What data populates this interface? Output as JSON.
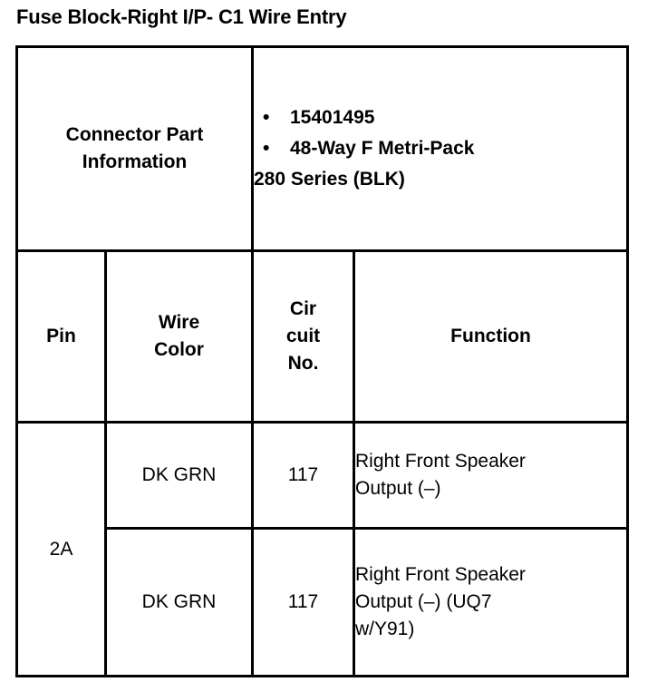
{
  "page_title": "Fuse Block-Right I/P- C1 Wire Entry",
  "connector": {
    "label_line1": "Connector Part",
    "label_line2": "Information",
    "bullet_glyph": "•",
    "bullets": [
      "15401495",
      "48-Way F Metri-Pack"
    ],
    "continuation": "280 Series (BLK)"
  },
  "table": {
    "headers": {
      "pin": {
        "line1": "Pin"
      },
      "wire_color": {
        "line1": "Wire",
        "line2": "Color"
      },
      "circuit_no": {
        "line1": "Cir",
        "line2": "cuit",
        "line3": "No."
      },
      "function": {
        "line1": "Function"
      }
    },
    "rows": [
      {
        "pin": "2A",
        "wire_color": "DK GRN",
        "circuit_no": "117",
        "function_lines": [
          "Right Front Speaker",
          "Output (–)"
        ]
      },
      {
        "pin": "",
        "wire_color": "DK GRN",
        "circuit_no": "117",
        "function_lines": [
          "Right Front Speaker",
          "Output (–) (UQ7",
          "w/Y91)"
        ]
      }
    ]
  },
  "colors": {
    "text": "#000000",
    "border": "#000000",
    "background": "#ffffff"
  }
}
